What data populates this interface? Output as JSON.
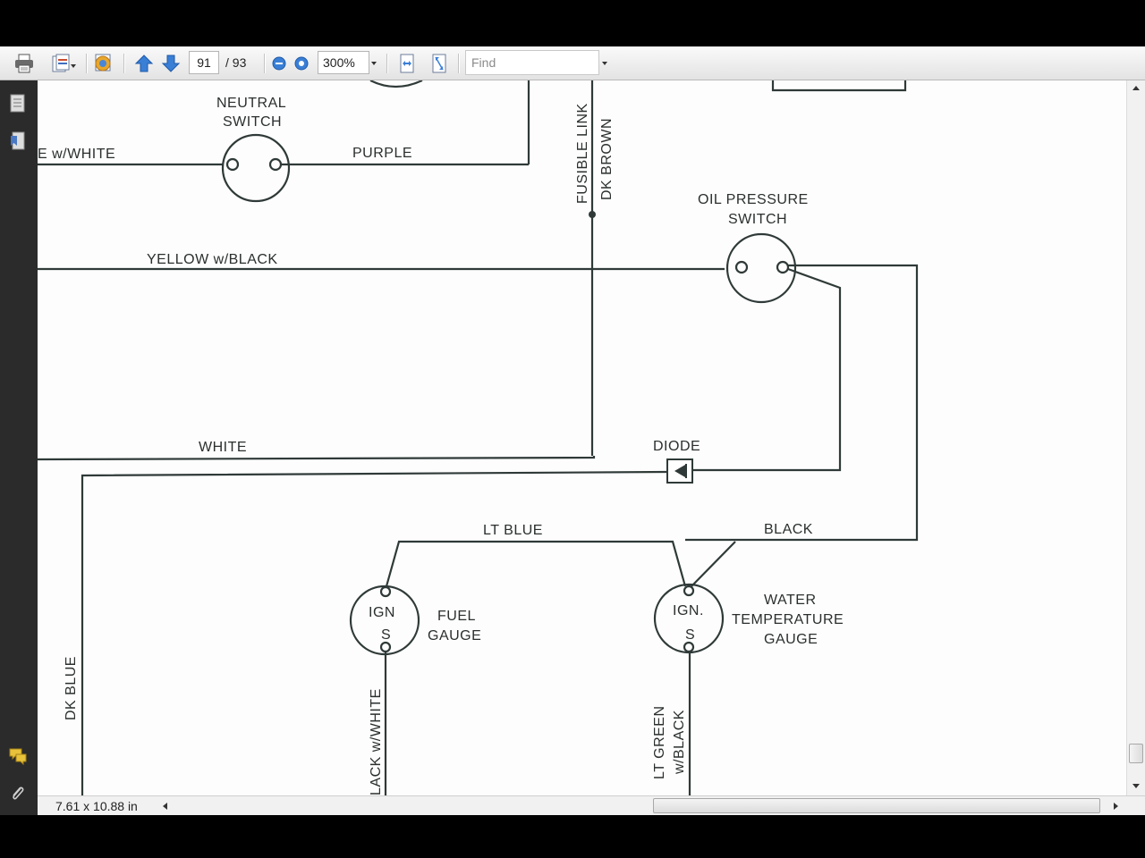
{
  "toolbar": {
    "current_page": "91",
    "page_total": "/ 93",
    "zoom": "300%",
    "find_placeholder": "Find"
  },
  "status": {
    "page_size": "7.61 x 10.88 in"
  },
  "diagram": {
    "labels": {
      "neutral_switch_1": "NEUTRAL",
      "neutral_switch_2": "SWITCH",
      "wire_white_partial": "E w/WHITE",
      "purple": "PURPLE",
      "fusible_link": "FUSIBLE LINK",
      "dk_brown": "DK BROWN",
      "oil_pressure_1": "OIL PRESSURE",
      "oil_pressure_2": "SWITCH",
      "yellow_black": "YELLOW w/BLACK",
      "white": "WHITE",
      "diode": "DIODE",
      "lt_blue": "LT BLUE",
      "black": "BLACK",
      "ign_fuel": "IGN",
      "s_fuel": "S",
      "fuel_gauge_1": "FUEL",
      "fuel_gauge_2": "GAUGE",
      "ign_water": "IGN.",
      "s_water": "S",
      "water_1": "WATER",
      "water_2": "TEMPERATURE",
      "water_3": "GAUGE",
      "dk_blue": "DK BLUE",
      "black_white": "LACK w/WHITE",
      "lt_green": "LT GREEN",
      "w_black": "w/BLACK"
    }
  }
}
